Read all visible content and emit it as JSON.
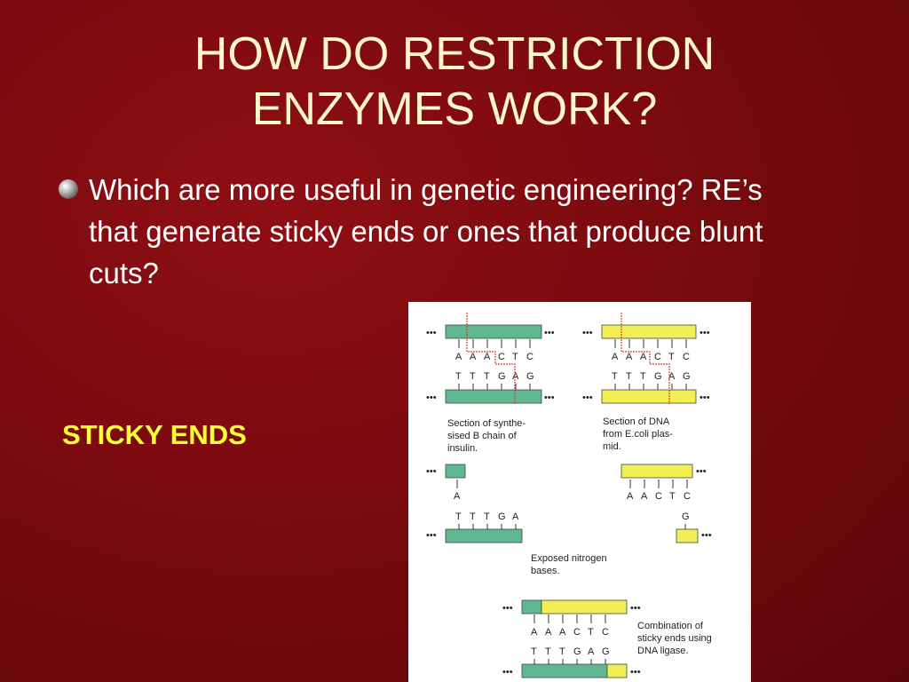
{
  "slide": {
    "title_line1": "HOW DO RESTRICTION",
    "title_line2": "ENZYMES WORK?",
    "bullet": "Which are more useful in genetic engineering? RE’s that generate sticky ends or ones that produce blunt cuts?",
    "sticky_label": "STICKY ENDS"
  },
  "figure": {
    "ellipsis": "•••",
    "left_top_bases": [
      "A",
      "A",
      "A",
      "C",
      "T",
      "C"
    ],
    "left_bottom_bases": [
      "T",
      "T",
      "T",
      "G",
      "A",
      "G"
    ],
    "right_top_bases": [
      "A",
      "A",
      "A",
      "C",
      "T",
      "C"
    ],
    "right_bottom_bases": [
      "T",
      "T",
      "T",
      "G",
      "A",
      "G"
    ],
    "caption_left": [
      "Section of synthe-",
      "sised B chain of",
      "insulin."
    ],
    "caption_right": [
      "Section of DNA",
      "from E.coli plas-",
      "mid."
    ],
    "mid_left_top": [
      "A"
    ],
    "mid_left_bottom": [
      "T",
      "T",
      "T",
      "G",
      "A"
    ],
    "mid_right_top": [
      "A",
      "A",
      "C",
      "T",
      "C"
    ],
    "mid_right_bottom": [
      "G"
    ],
    "caption_mid": [
      "Exposed nitrogen",
      "bases."
    ],
    "combined_top": [
      "A",
      "A",
      "A",
      "C",
      "T",
      "C"
    ],
    "combined_bottom": [
      "T",
      "T",
      "T",
      "G",
      "A",
      "G"
    ],
    "caption_bottom": [
      "Combination of",
      "sticky ends using",
      "DNA ligase."
    ],
    "colors": {
      "green": "#5fb88f",
      "yellow": "#f2ef55",
      "cut": "#d2423a"
    }
  }
}
